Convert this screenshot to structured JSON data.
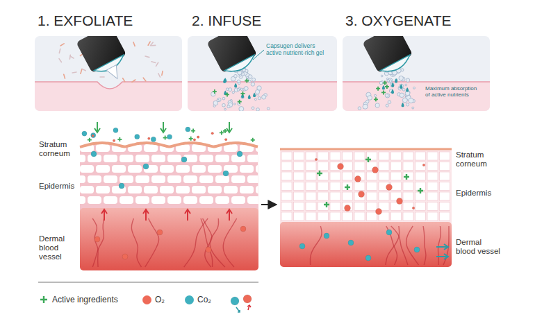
{
  "diagram": {
    "nodes": [
      {
        "text": [
          "1. EXFOLIATE"
        ]
      },
      {
        "text": [
          "2. INFUSE",
          "Capsugen delivers active nutrient-rich gel"
        ]
      },
      {
        "text": [
          "3. OXYGENATE",
          "Maximum absorption of active nutrients"
        ]
      },
      {
        "text": [
          "Stratum corneum",
          "Epidermis",
          "Dermal blood vessel"
        ]
      },
      {
        "text": [
          "Stratum corneum",
          "Epidermis",
          "Dermal blood vessel"
        ]
      }
    ],
    "edges": [
      {
        "from": 3,
        "to": 4,
        "arrow": "to"
      }
    ],
    "legend": [
      {
        "text": "Active ingredients"
      },
      {
        "text": "O₂",
        "color": "#ee6a58"
      },
      {
        "text": "Co₂",
        "color": "#3fb0bf"
      }
    ]
  }
}
